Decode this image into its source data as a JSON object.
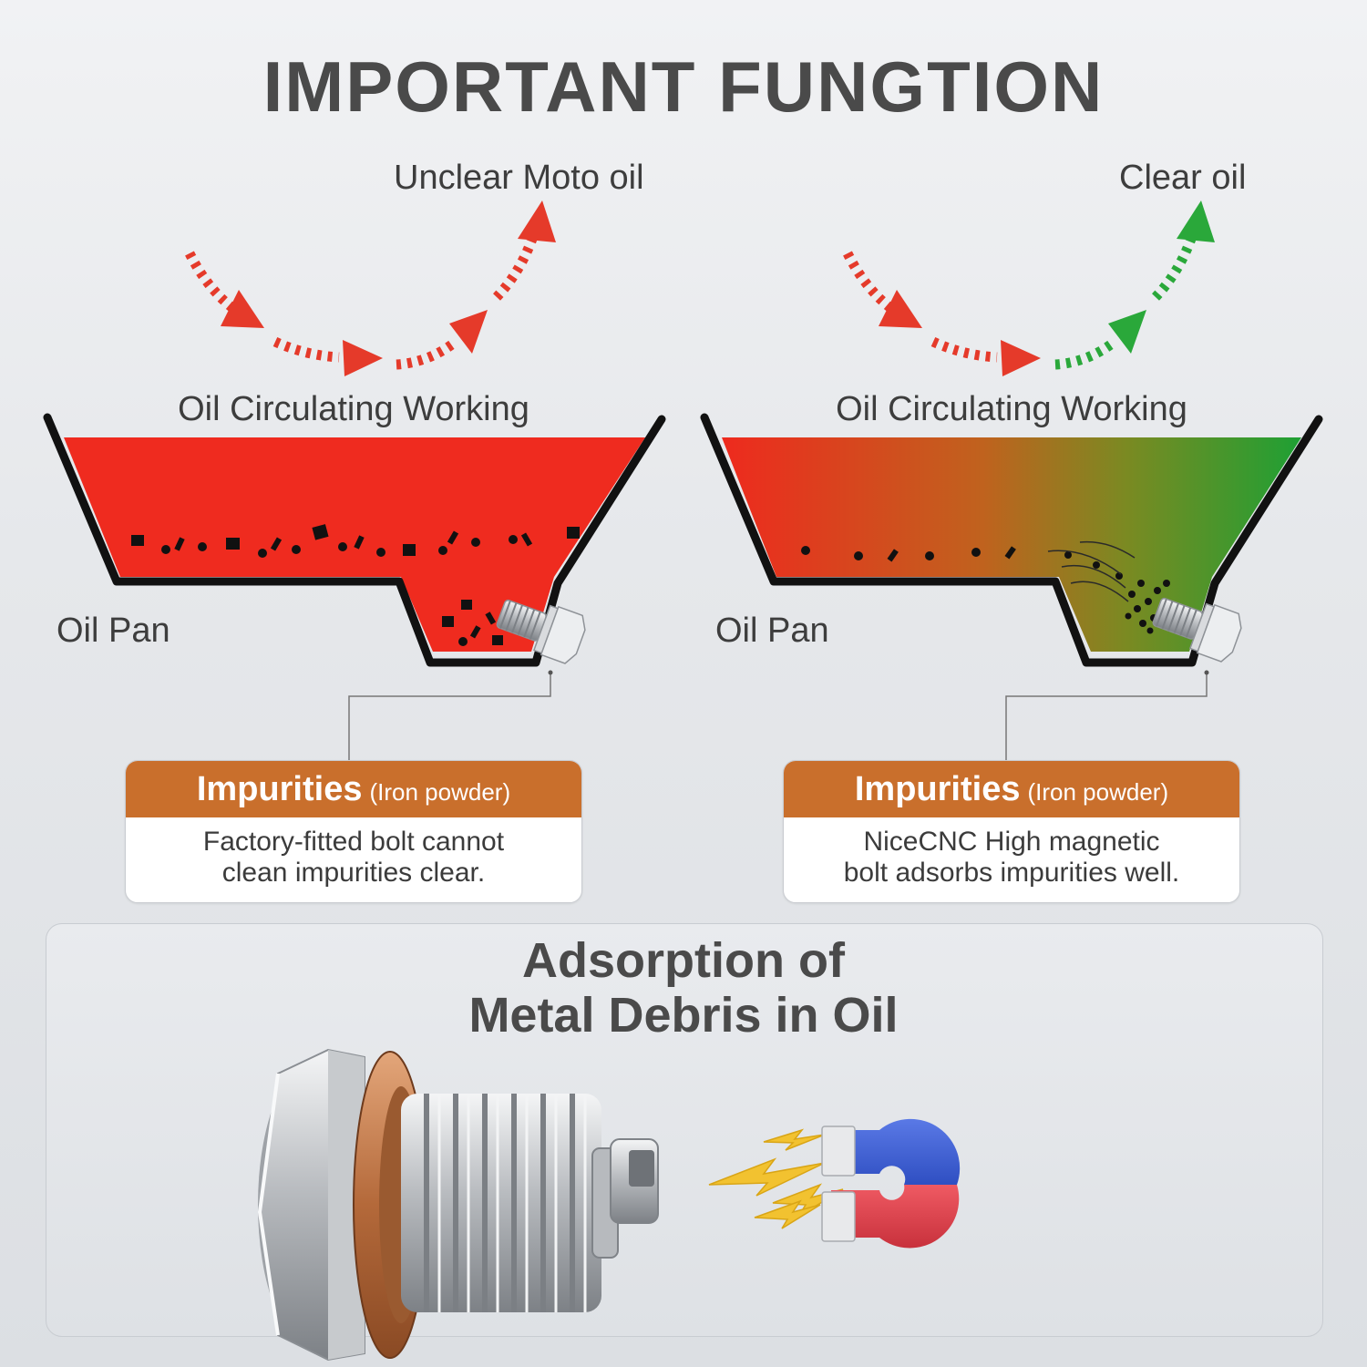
{
  "title": "IMPORTANT FUNGTION",
  "left": {
    "output_label": "Unclear Moto oil",
    "circulating_label": "Oil Circulating Working",
    "pan_label": "Oil Pan",
    "card": {
      "heading": "Impurities",
      "heading_note": "(Iron powder)",
      "line1": "Factory-fitted bolt cannot",
      "line2": "clean impurities clear."
    },
    "arrow_color": "#e53a2a",
    "oil_color": "#ef2b1f"
  },
  "right": {
    "output_label": "Clear oil",
    "circulating_label": "Oil Circulating Working",
    "pan_label": "Oil Pan",
    "card": {
      "heading": "Impurities",
      "heading_note": "(Iron powder)",
      "line1": "NiceCNC High magnetic",
      "line2": "bolt adsorbs impurities well."
    },
    "arrow_color_in": "#e53a2a",
    "arrow_color_out": "#2aa83a",
    "oil_gradient": [
      "#ee2a1e",
      "#1ea034"
    ]
  },
  "bottom": {
    "title_line1": "Adsorption of",
    "title_line2": "Metal Debris in Oil"
  },
  "icons": {
    "bolt": "magnetic-drain-bolt-icon",
    "magnet": "horseshoe-magnet-icon",
    "lightning": "lightning-bolt-icon"
  }
}
